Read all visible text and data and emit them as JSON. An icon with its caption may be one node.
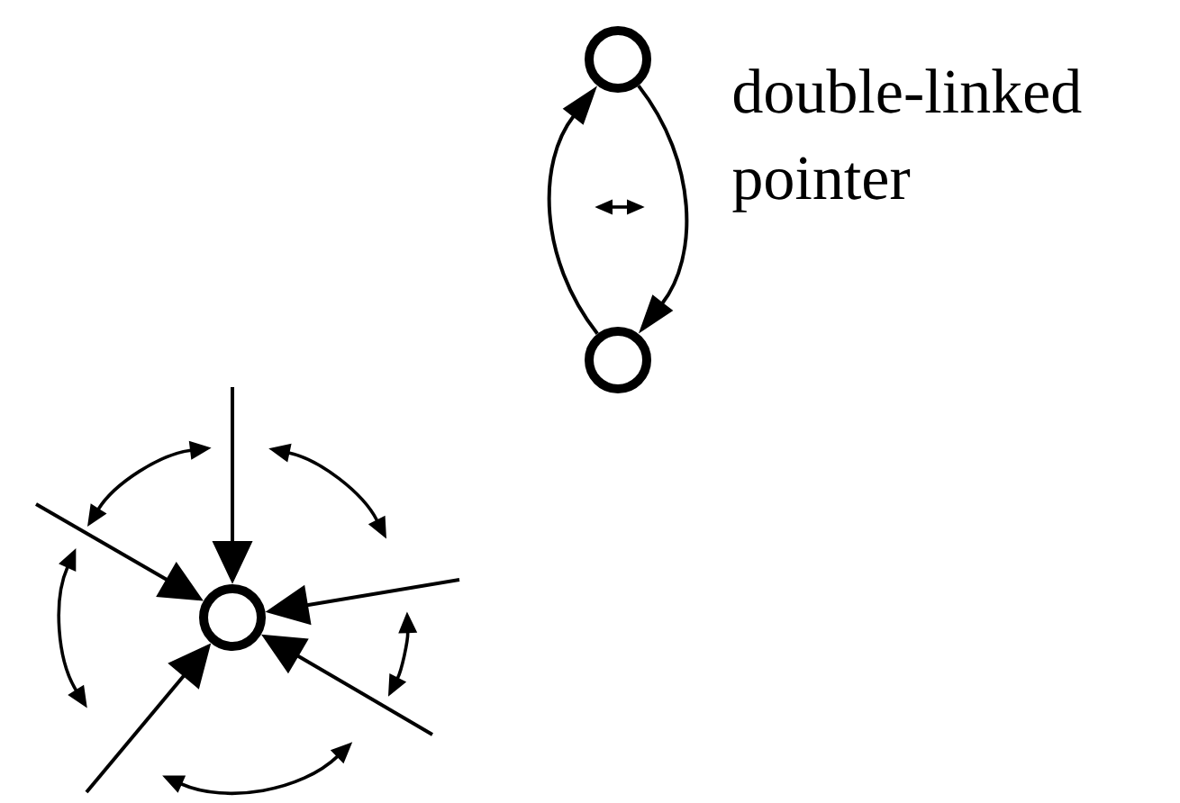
{
  "diagram": {
    "nodes": [
      {
        "text": [],
        "shape": "circle"
      },
      {
        "text": [],
        "shape": "circle"
      },
      {
        "text": [],
        "shape": "circle"
      }
    ],
    "edges": [
      {
        "from": 1,
        "to": 0,
        "arrow": "to"
      },
      {
        "from": 0,
        "to": 1,
        "arrow": "to"
      },
      {
        "from": null,
        "to": 2,
        "arrow": "to"
      },
      {
        "from": null,
        "to": 2,
        "arrow": "to"
      },
      {
        "from": null,
        "to": 2,
        "arrow": "to"
      },
      {
        "from": null,
        "to": 2,
        "arrow": "to"
      },
      {
        "from": null,
        "to": 2,
        "arrow": "to"
      }
    ],
    "labels": [
      "double-linked pointer"
    ]
  }
}
